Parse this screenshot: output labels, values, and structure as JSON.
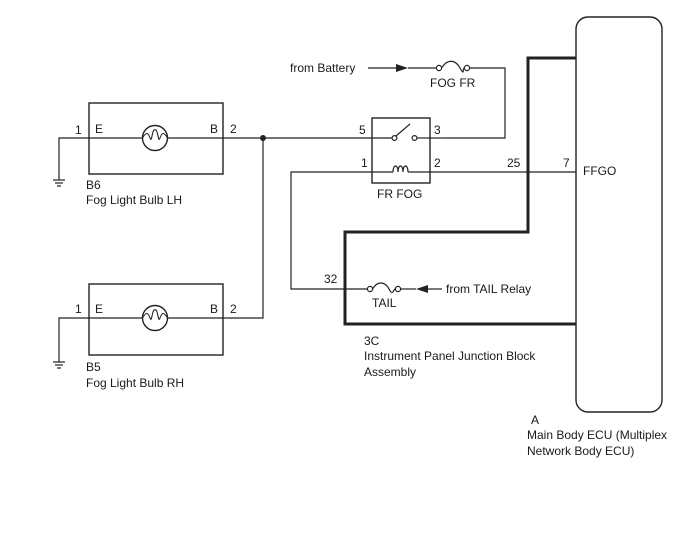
{
  "labels": {
    "from_battery": "from Battery",
    "fog_fr": "FOG FR",
    "fr_fog": "FR FOG",
    "tail": "TAIL",
    "from_tail_relay": "from TAIL Relay",
    "ffgo": "FFGO"
  },
  "lh_bulb": {
    "code": "B6",
    "name": "Fog Light Bulb LH",
    "pin_left_num": "1",
    "pin_left_name": "E",
    "pin_right_name": "B",
    "pin_right_num": "2"
  },
  "rh_bulb": {
    "code": "B5",
    "name": "Fog Light Bulb RH",
    "pin_left_num": "1",
    "pin_left_name": "E",
    "pin_right_name": "B",
    "pin_right_num": "2"
  },
  "relay": {
    "pin_5": "5",
    "pin_3": "3",
    "pin_1": "1",
    "pin_2": "2"
  },
  "junction_block": {
    "code": "3C",
    "name_line1": "Instrument Panel Junction Block",
    "name_line2": "Assembly",
    "pin_25": "25",
    "pin_32": "32"
  },
  "ecu": {
    "code": "A",
    "name_line1": "Main Body ECU (Multiplex",
    "name_line2": "Network Body ECU)",
    "pin_7": "7"
  }
}
